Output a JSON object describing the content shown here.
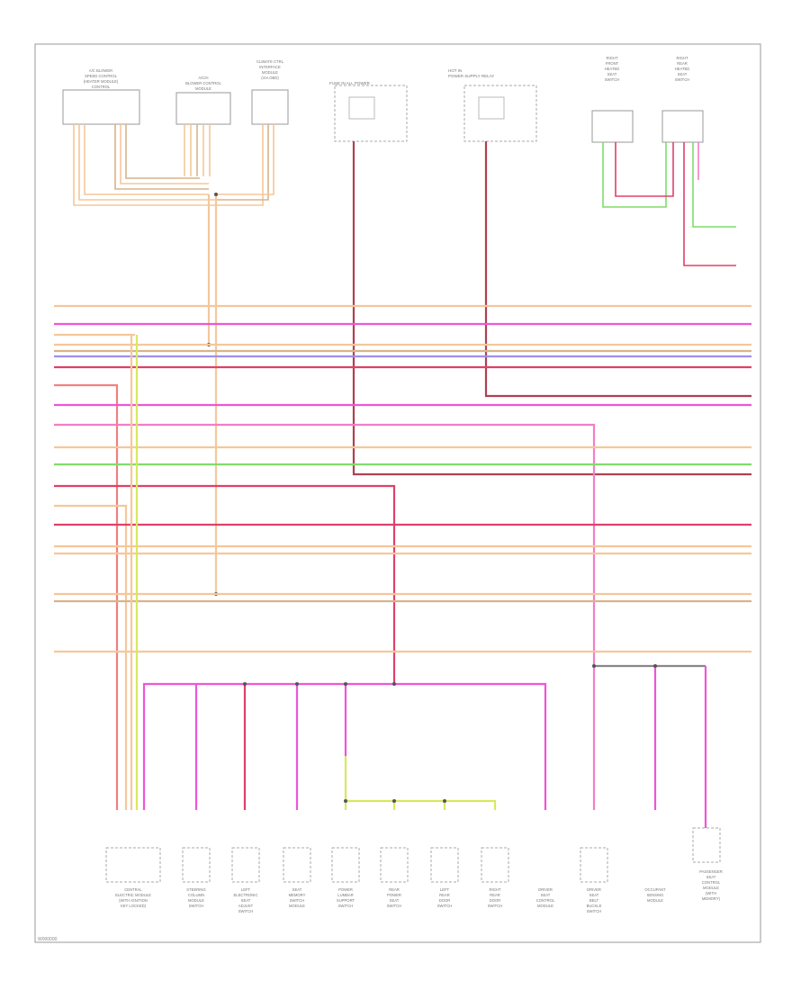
{
  "diagram": {
    "code": "W000000",
    "colors": {
      "orange": "#f5c79a",
      "tan": "#d8b48a",
      "pink": "#f27ec8",
      "magenta": "#ee55d8",
      "red": "#e0406a",
      "darkred": "#b04050",
      "green": "#7fdc6a",
      "yellowgreen": "#d8e860",
      "violet": "#9f8ee8",
      "rose": "#f08080",
      "grey": "#888888"
    },
    "top_components": [
      {
        "id": "c1",
        "label": [
          "A/C BLOWER",
          "SPEED CONTROL",
          "(HEATER MODULE)",
          "CONTROL"
        ]
      },
      {
        "id": "c2",
        "label": [
          "A/C/H",
          "BLOWER CONTROL",
          "MODULE"
        ]
      },
      {
        "id": "c3",
        "label": [
          "CLIMATE CTRL",
          "INTERFACE",
          "MODULE",
          "(VIA OBD)"
        ]
      },
      {
        "id": "c4",
        "label": [
          "FUSE IN",
          "ALL POWER"
        ]
      },
      {
        "id": "c5",
        "label": [
          "HOT IN",
          "POWER SUPPLY",
          "RELAY"
        ]
      },
      {
        "id": "c6",
        "label": [
          "RIGHT",
          "FRONT",
          "HEATED",
          "SEAT",
          "SWITCH"
        ]
      },
      {
        "id": "c7",
        "label": [
          "RIGHT",
          "REAR",
          "HEATED",
          "SEAT",
          "SWITCH"
        ]
      }
    ],
    "bottom_components": [
      {
        "id": "b1",
        "label": [
          "CENTRAL",
          "ELECTRIC MODULE",
          "(WITH IGNITION",
          "KEY LOCKED)"
        ]
      },
      {
        "id": "b2",
        "label": [
          "STEERING",
          "COLUMN",
          "MODULE",
          "SWITCH"
        ]
      },
      {
        "id": "b3",
        "label": [
          "LEFT",
          "ELECTRONIC",
          "SEAT",
          "ADJUST",
          "SWITCH"
        ]
      },
      {
        "id": "b4",
        "label": [
          "SEAT",
          "MEMORY",
          "SWITCH",
          "MODULE"
        ]
      },
      {
        "id": "b5",
        "label": [
          "POWER",
          "LUMBAR",
          "SUPPORT",
          "SWITCH"
        ]
      },
      {
        "id": "b6",
        "label": [
          "REAR",
          "POWER",
          "SEAT",
          "SWITCH"
        ]
      },
      {
        "id": "b7",
        "label": [
          "LEFT",
          "REAR",
          "DOOR",
          "SWITCH"
        ]
      },
      {
        "id": "b8",
        "label": [
          "RIGHT",
          "REAR",
          "DOOR",
          "SWITCH"
        ]
      },
      {
        "id": "b9",
        "label": [
          "DRIVER",
          "SEAT",
          "CONTROL",
          "MODULE"
        ]
      },
      {
        "id": "b10",
        "label": [
          "DRIVER",
          "SEAT",
          "BELT",
          "BUCKLE",
          "SWITCH"
        ]
      },
      {
        "id": "b11",
        "label": [
          "OCCUPANT",
          "SENSING",
          "MODULE"
        ]
      },
      {
        "id": "b12",
        "label": [
          "PASSENGER",
          "SEAT",
          "CONTROL",
          "MODULE",
          "(WITH",
          "MEMORY)"
        ]
      }
    ]
  }
}
